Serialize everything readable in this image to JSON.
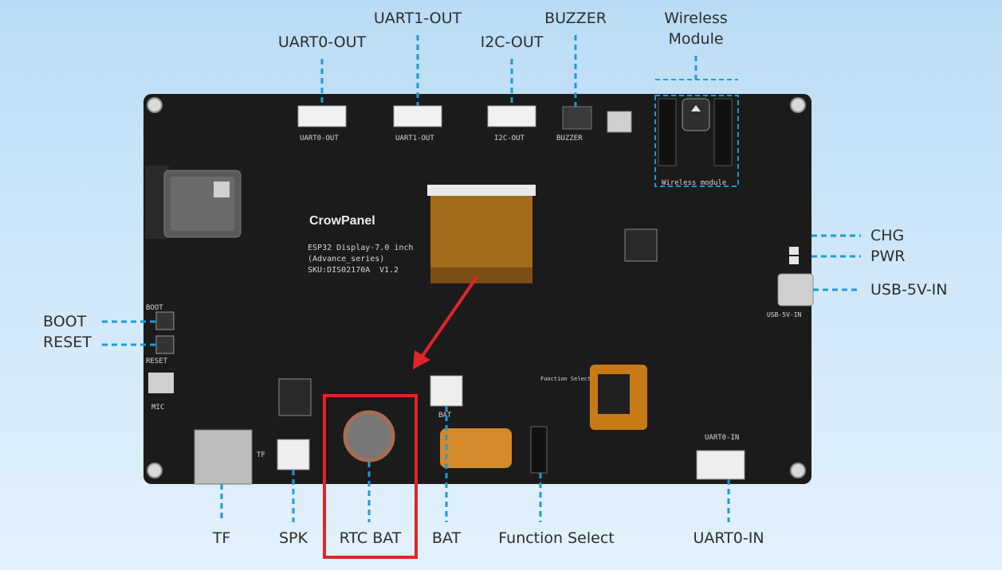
{
  "labels": {
    "uart0_out": "UART0-OUT",
    "uart1_out": "UART1-OUT",
    "i2c_out": "I2C-OUT",
    "buzzer": "BUZZER",
    "wireless_line1": "Wireless",
    "wireless_line2": "Module",
    "chg": "CHG",
    "pwr": "PWR",
    "usb_5v_in": "USB-5V-IN",
    "boot": "BOOT",
    "reset": "RESET",
    "tf": "TF",
    "spk": "SPK",
    "rtc_bat": "RTC BAT",
    "bat": "BAT",
    "function_select": "Function Select",
    "uart0_in": "UART0-IN"
  },
  "board": {
    "brand": "CrowPanel",
    "model_line1": "ESP32 Display-7.0 inch",
    "model_line2": "(Advance_series)",
    "sku": "SKU:DIS02170A",
    "version": "V1.2",
    "silk_uart0_out": "UART0-OUT",
    "silk_uart1_out": "UART1-OUT",
    "silk_i2c_out": "I2C-OUT",
    "silk_buzzer": "BUZZER",
    "silk_wireless": "Wireless module",
    "silk_usb": "USB-5V-IN",
    "silk_boot": "BOOT",
    "silk_reset": "RESET",
    "silk_mic": "MIC",
    "silk_tf": "TF",
    "silk_bat": "BAT",
    "silk_uart0_in": "UART0-IN",
    "silk_function_select": "Function Select"
  },
  "colors": {
    "board": "#1b1b1b",
    "callout_line": "#1f9ad6",
    "highlight": "#e0252a"
  }
}
